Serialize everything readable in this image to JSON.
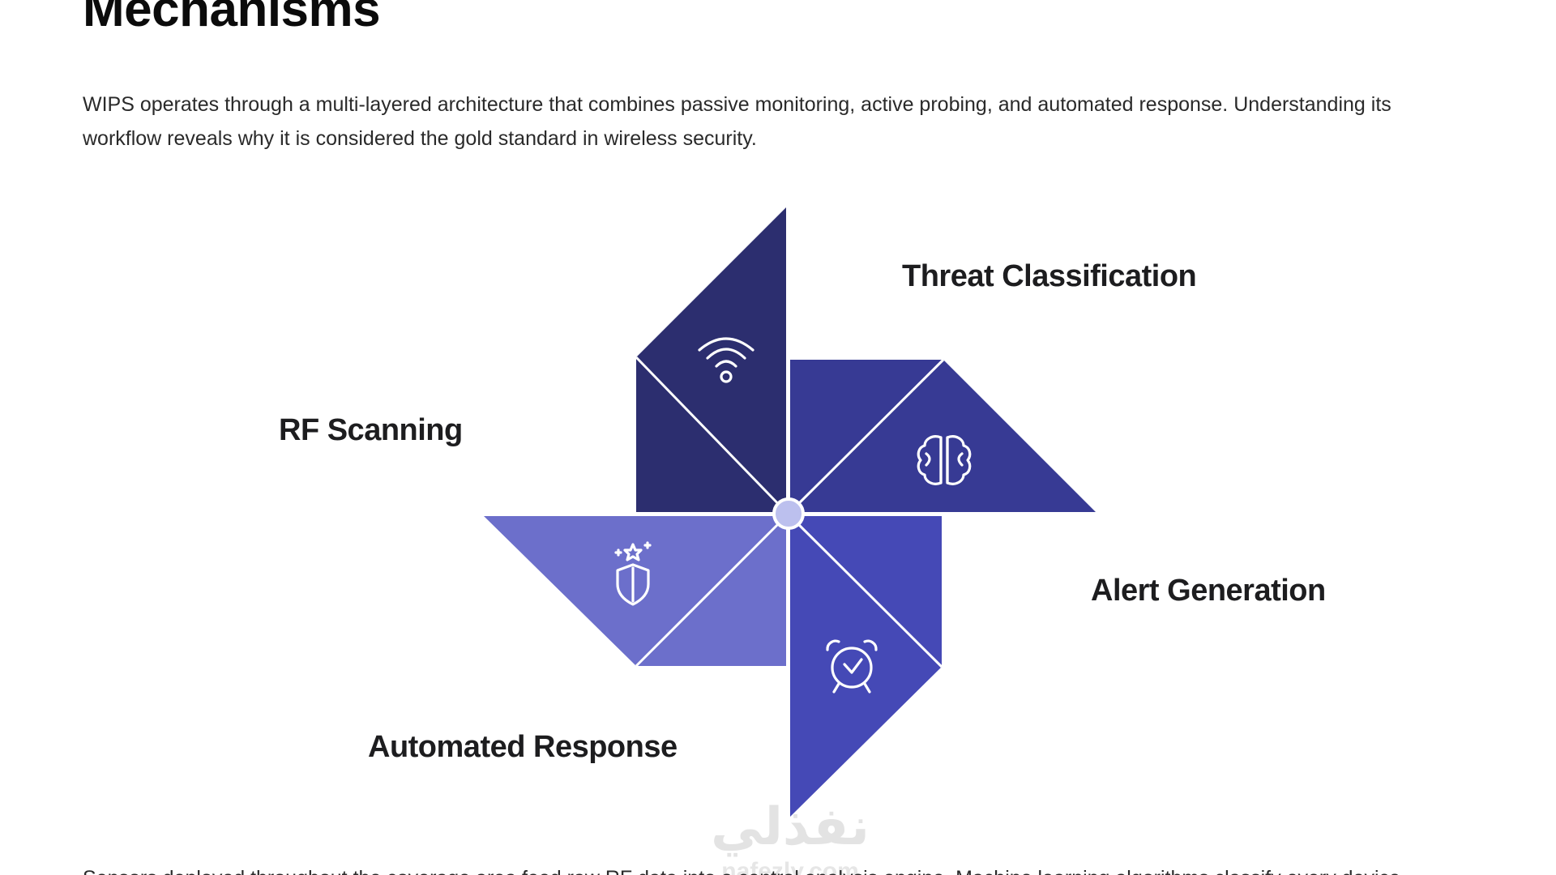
{
  "page": {
    "title": "Mechanisms",
    "intro": "WIPS operates through a multi-layered architecture that combines passive monitoring, active probing, and automated response. Understanding its workflow reveals why it is considered the gold standard in wireless security.",
    "footer_text": "Sensors deployed throughout the coverage area feed raw RF data into a central analysis engine. Machine learning algorithms classify every device"
  },
  "diagram": {
    "stages": [
      {
        "label": "RF Scanning",
        "icon": "wifi-icon",
        "color": "#2c2e6f"
      },
      {
        "label": "Threat Classification",
        "icon": "brain-icon",
        "color": "#373a94"
      },
      {
        "label": "Alert Generation",
        "icon": "alarm-clock-icon",
        "color": "#4549b6"
      },
      {
        "label": "Automated Response",
        "icon": "shield-star-icon",
        "color": "#6c6fcb"
      }
    ],
    "hub_color": "#bcc0ee"
  },
  "watermark": {
    "text": "نفذلي",
    "sub": "nafezly.com"
  }
}
